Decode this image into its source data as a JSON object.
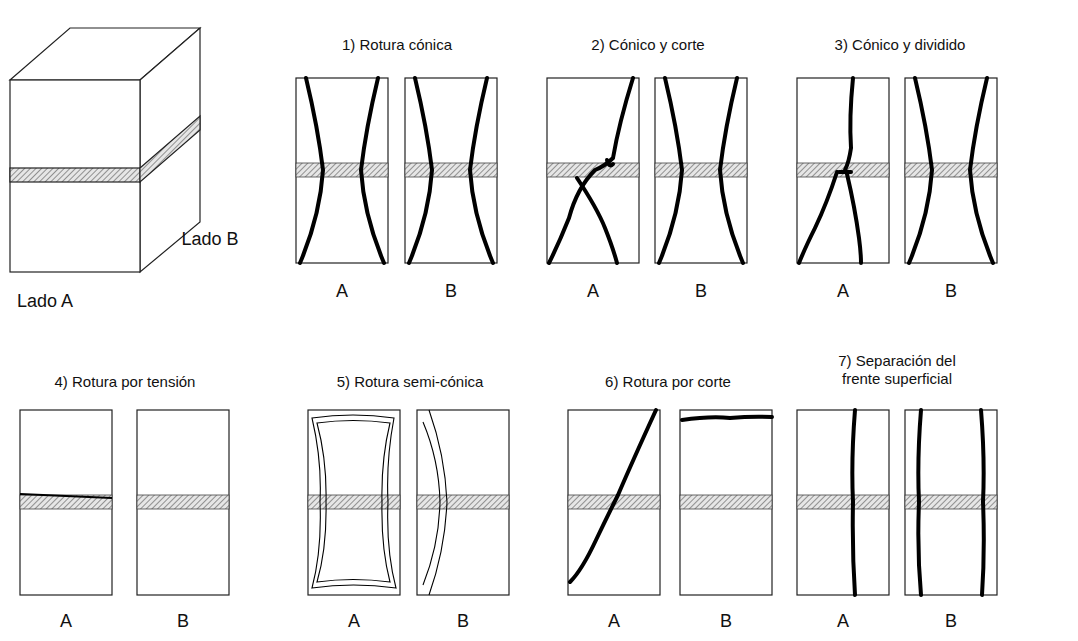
{
  "diagram": {
    "labels": [
      "1) Rotura cónica",
      "2) Cónico y corte",
      "3) Cónico y dividido",
      "Lado B",
      "A",
      "B",
      "A",
      "B",
      "A",
      "B",
      "Lado A",
      "4) Rotura por tensión",
      "5) Rotura semi-cónica",
      "6) Rotura por corte",
      "7) Separación del frente superficial",
      "A",
      "B",
      "A",
      "B",
      "A",
      "B",
      "A",
      "B"
    ]
  }
}
